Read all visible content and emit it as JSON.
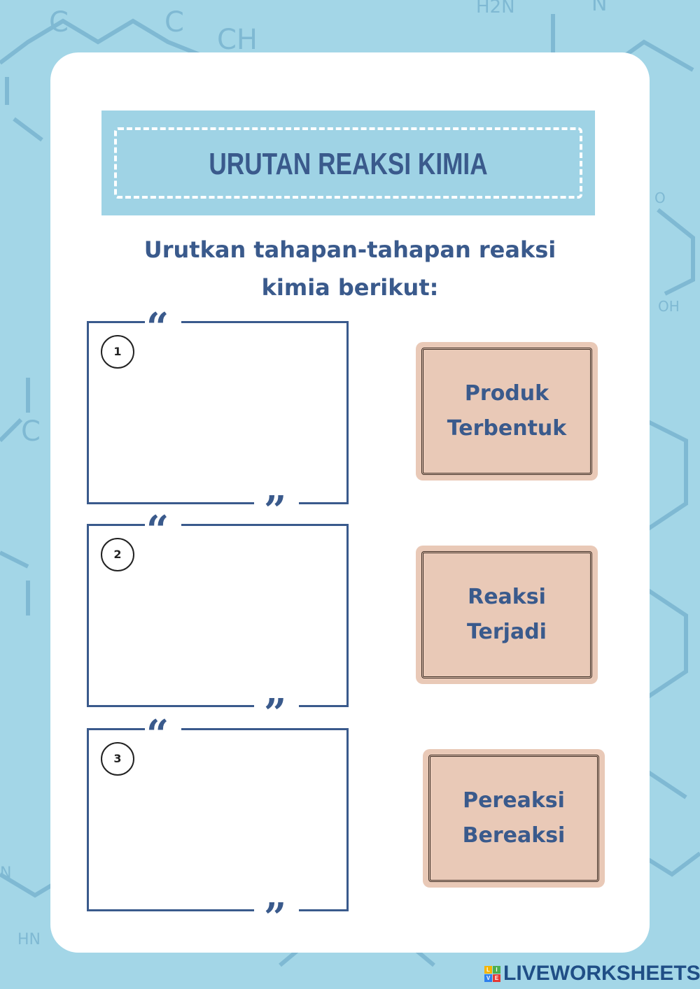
{
  "title": "URUTAN REAKSI KIMIA",
  "instruction_line1": "Urutkan tahapan-tahapan reaksi",
  "instruction_line2": "kimia berikut:",
  "answer_boxes": [
    {
      "number": "1"
    },
    {
      "number": "2"
    },
    {
      "number": "3"
    }
  ],
  "tags": [
    {
      "line1": "Produk",
      "line2": "Terbentuk"
    },
    {
      "line1": "Reaksi",
      "line2": "Terjadi"
    },
    {
      "line1": "Pereaksi",
      "line2": "Bereaksi"
    }
  ],
  "quote_open": "“",
  "quote_close": "”",
  "logo": {
    "text": "LIVEWORKSHEETS",
    "letters": [
      "L",
      "I",
      "V",
      "E"
    ]
  },
  "background_labels": [
    "C",
    "C",
    "CH",
    "H2N",
    "N",
    "OH",
    "O",
    "C",
    "HN",
    "N"
  ]
}
